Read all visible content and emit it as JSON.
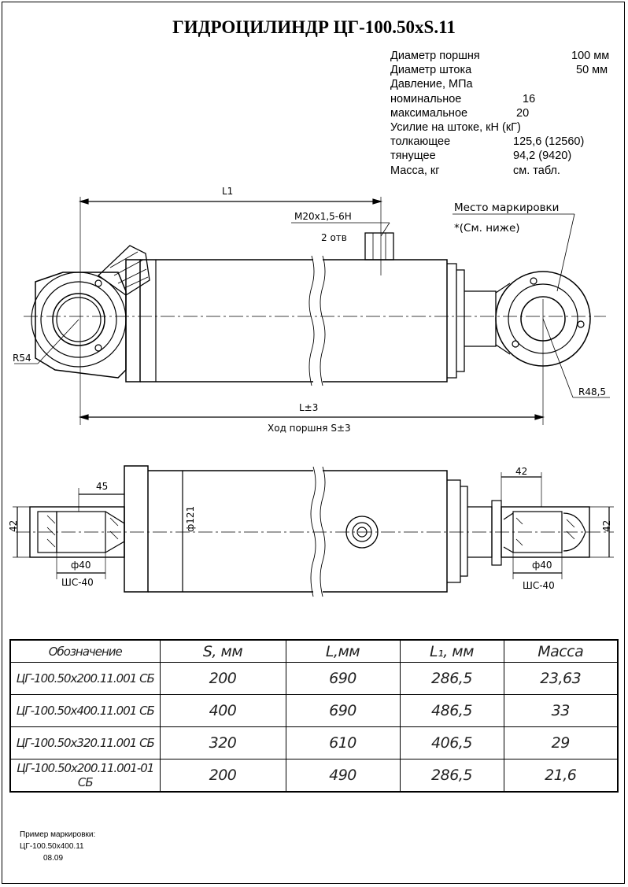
{
  "title": "ГИДРОЦИЛИНДР ЦГ-100.50xS.11",
  "specs": [
    {
      "label": "Диаметр поршня",
      "value": "100 мм",
      "vx": 230
    },
    {
      "label": "Диаметр штока",
      "value": "50 мм",
      "vx": 236
    },
    {
      "label": "Давление, МПа",
      "value": "",
      "vx": 0
    },
    {
      "label": "номинальное",
      "value": "16",
      "vx": 168
    },
    {
      "label": "максимальное",
      "value": "20",
      "vx": 160
    },
    {
      "label": "Усилие на штоке, кН (кГ)",
      "value": "",
      "vx": 0
    },
    {
      "label": "толкающее",
      "value": "125,6 (12560)",
      "vx": 156
    },
    {
      "label": "тянущее",
      "value": "94,2 (9420)",
      "vx": 156
    },
    {
      "label": "Масса, кг",
      "value": "см. табл.",
      "vx": 156
    }
  ],
  "drawing": {
    "l1": "L1",
    "thread": "M20x1,5-6H",
    "holes": "2 отв",
    "marking_place": "Место маркировки",
    "marking_ref": "*(См. ниже)",
    "r54": "R54",
    "r48": "R48,5",
    "l3": "L±3",
    "stroke": "Ход поршня S±3",
    "dim45": "45",
    "dim42a": "42",
    "dim42b": "42",
    "dim42c": "42",
    "d121": "ф121",
    "d40a": "ф40",
    "d40b": "ф40",
    "shs1": "ШС-40",
    "shs2": "ШС-40"
  },
  "table": {
    "headers": [
      "Обозначение",
      "S, мм",
      "L,мм",
      "L₁, мм",
      "Масса"
    ],
    "rows": [
      [
        "ЦГ-100.50x200.11.001 СБ",
        "200",
        "690",
        "286,5",
        "23,63"
      ],
      [
        "ЦГ-100.50x400.11.001 СБ",
        "400",
        "690",
        "486,5",
        "33"
      ],
      [
        "ЦГ-100.50x320.11.001 СБ",
        "320",
        "610",
        "406,5",
        "29"
      ],
      [
        "ЦГ-100.50x200.11.001-01 СБ",
        "200",
        "490",
        "286,5",
        "21,6"
      ]
    ]
  },
  "marking": {
    "heading": "Пример маркировки:",
    "line1": "ЦГ-100.50x400.11",
    "line2": "08.09"
  }
}
